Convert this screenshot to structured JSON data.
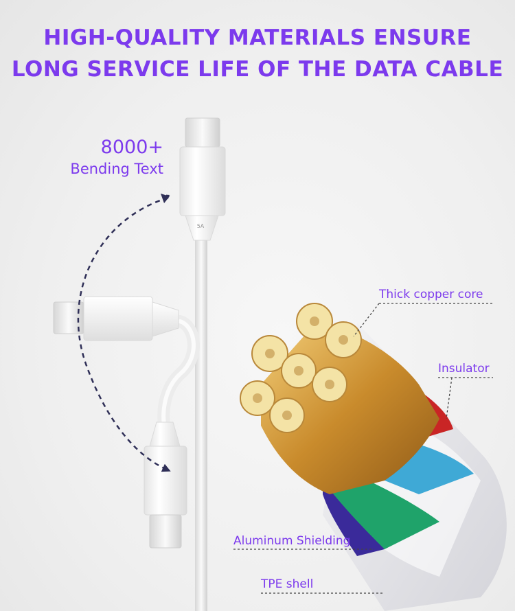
{
  "headline": {
    "line1": "HIGH-QUALITY MATERIALS ENSURE",
    "line2": "LONG SERVICE LIFE OF THE DATA CABLE"
  },
  "bending": {
    "count": "8000+",
    "label": "Bending Text"
  },
  "connector_mark": "5A",
  "callouts": {
    "copper": "Thick copper core",
    "insulator": "Insulator",
    "shielding": "Aluminum Shielding",
    "shell": "TPE shell"
  },
  "colors": {
    "accent": "#7c3aed",
    "copper": "#d9a441",
    "arrow": "#2f2f57"
  }
}
